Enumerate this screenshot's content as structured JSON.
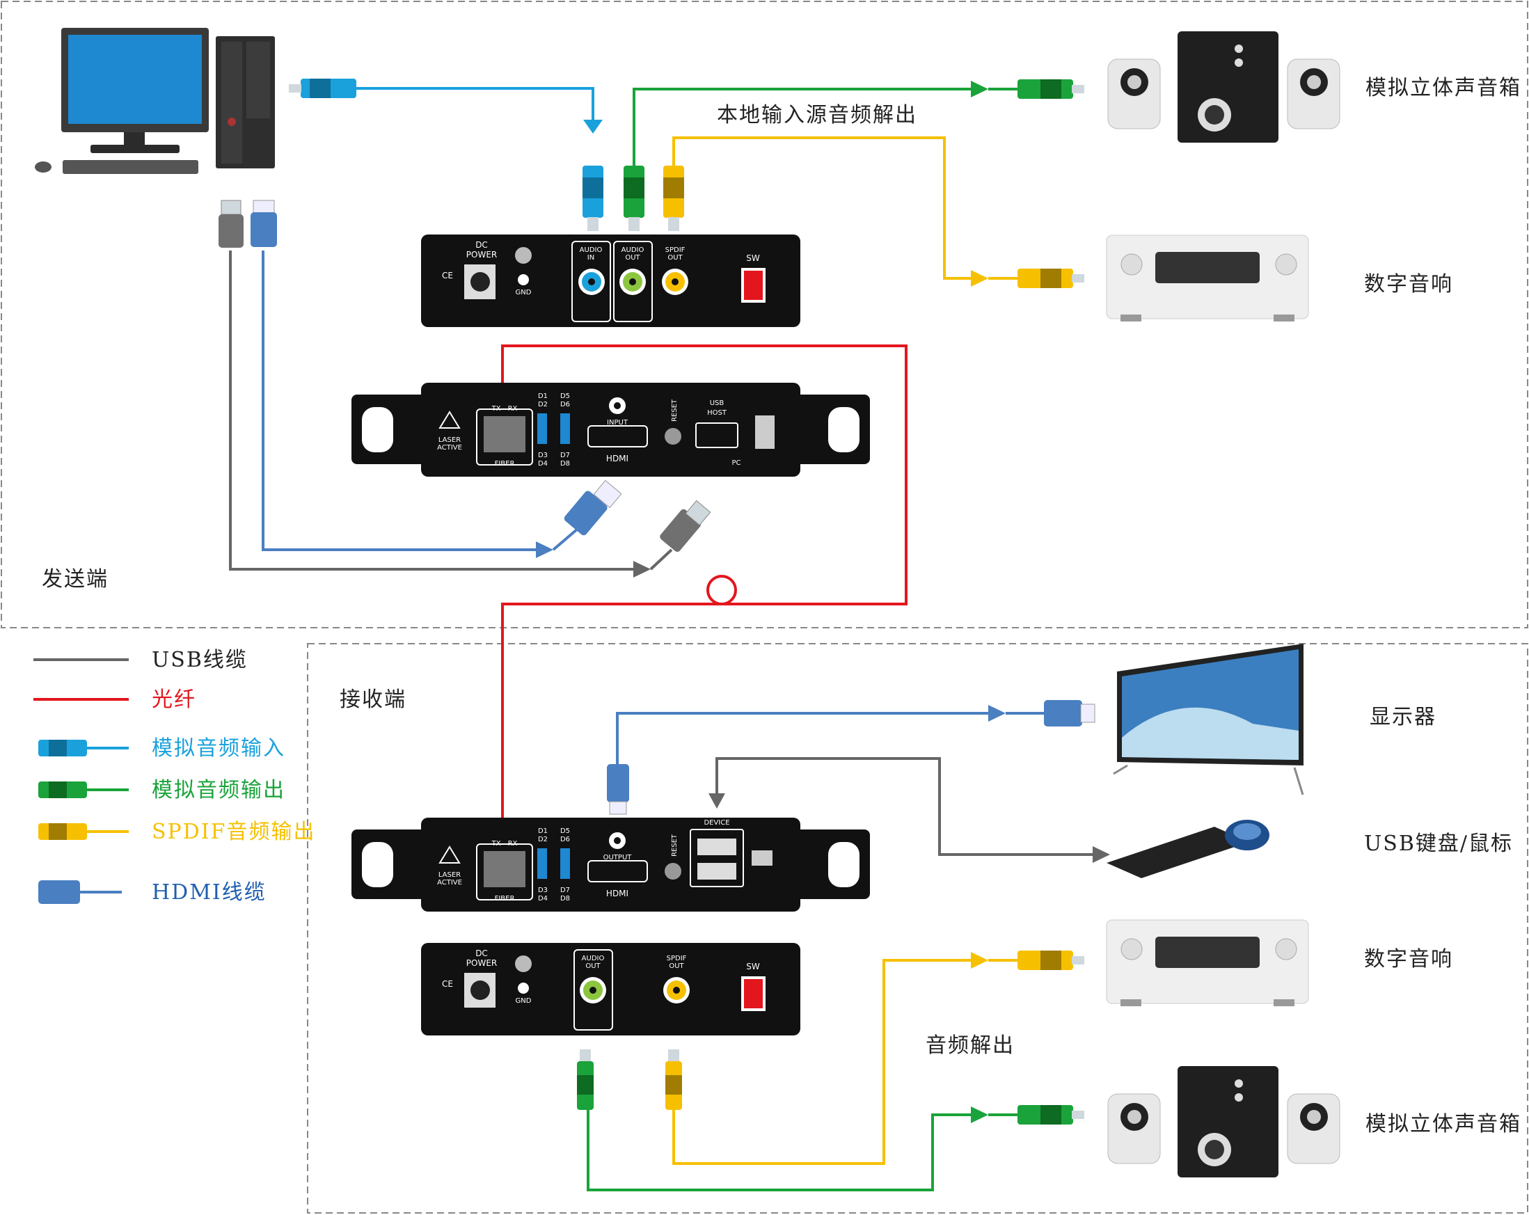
{
  "sections": {
    "sender": "发送端",
    "receiver": "接收端"
  },
  "annotations": {
    "local_audio": "本地输入源音频解出",
    "audio_out": "音频解出"
  },
  "devices_right": {
    "speakers_top": "模拟立体声音箱",
    "digital_top": "数字音响",
    "monitor": "显示器",
    "usb_kbm": "USB键盘/鼠标",
    "digital_bottom": "数字音响",
    "speakers_bottom": "模拟立体声音箱"
  },
  "legend": [
    {
      "label": "USB线缆",
      "color": "#666666"
    },
    {
      "label": "光纤",
      "color": "#e3161e"
    },
    {
      "label": "模拟音频输入",
      "color": "#1aa1dc"
    },
    {
      "label": "模拟音频输出",
      "color": "#1aa33a"
    },
    {
      "label": "SPDIF音频输出",
      "color": "#f6c000"
    },
    {
      "label": "HDMI线缆",
      "color": "#4a7fc1"
    }
  ],
  "panel_text": {
    "dc_power_1": "DC",
    "dc_power_2": "POWER",
    "gnd": "GND",
    "audio_in_1": "AUDIO",
    "audio_in_2": "IN",
    "audio_out_1": "AUDIO",
    "audio_out_2": "OUT",
    "spdif_1": "SPDIF",
    "spdif_2": "OUT",
    "sw": "SW",
    "laser_1": "LASER",
    "laser_2": "ACTIVE",
    "txrx": "TX—RX",
    "fiber": "FIBER",
    "d1": "D1",
    "d2": "D2",
    "d3": "D3",
    "d4": "D4",
    "d5": "D5",
    "d6": "D6",
    "d7": "D7",
    "d8": "D8",
    "input": "INPUT",
    "output": "OUTPUT",
    "hdmi": "HDMI",
    "reset": "RESET",
    "usb_host_1": "USB",
    "usb_host_2": "HOST",
    "pc": "PC",
    "device": "DEVICE"
  }
}
